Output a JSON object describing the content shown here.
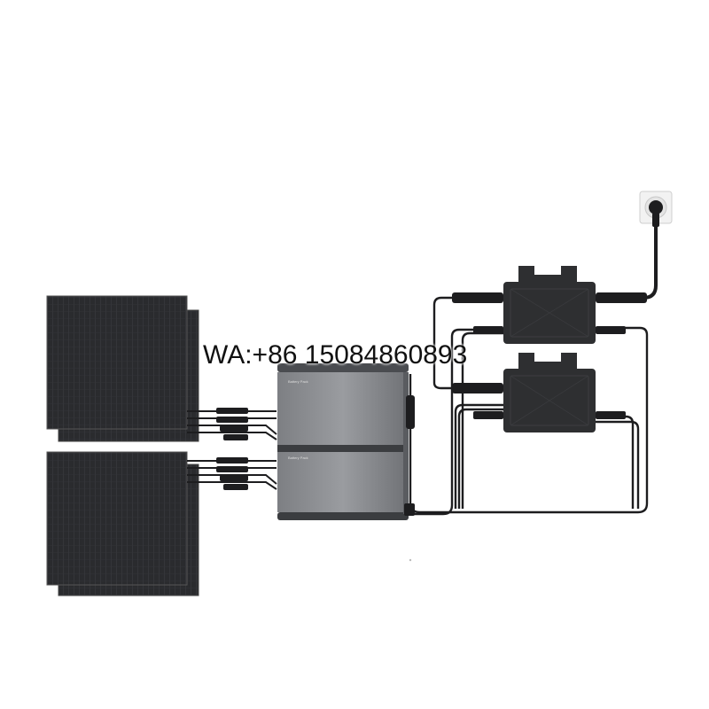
{
  "watermark": {
    "text": "WA:+86 15084860893"
  },
  "battery": {
    "module_label_top": "Battery Pack",
    "module_label_bottom": "Battery Pack"
  },
  "colors": {
    "panel": "#2a2b2e",
    "panel_cell_line": "#3a3c40",
    "battery_body": "#8d8f93",
    "battery_dark": "#3b3d40",
    "inverter": "#2e2f31",
    "cable": "#1d1d1f",
    "outlet": "#f2f2f2"
  },
  "icons": [
    "solar-panel-icon",
    "battery-icon",
    "microinverter-icon",
    "wall-outlet-icon",
    "plug-icon",
    "mc4-connector-icon"
  ]
}
